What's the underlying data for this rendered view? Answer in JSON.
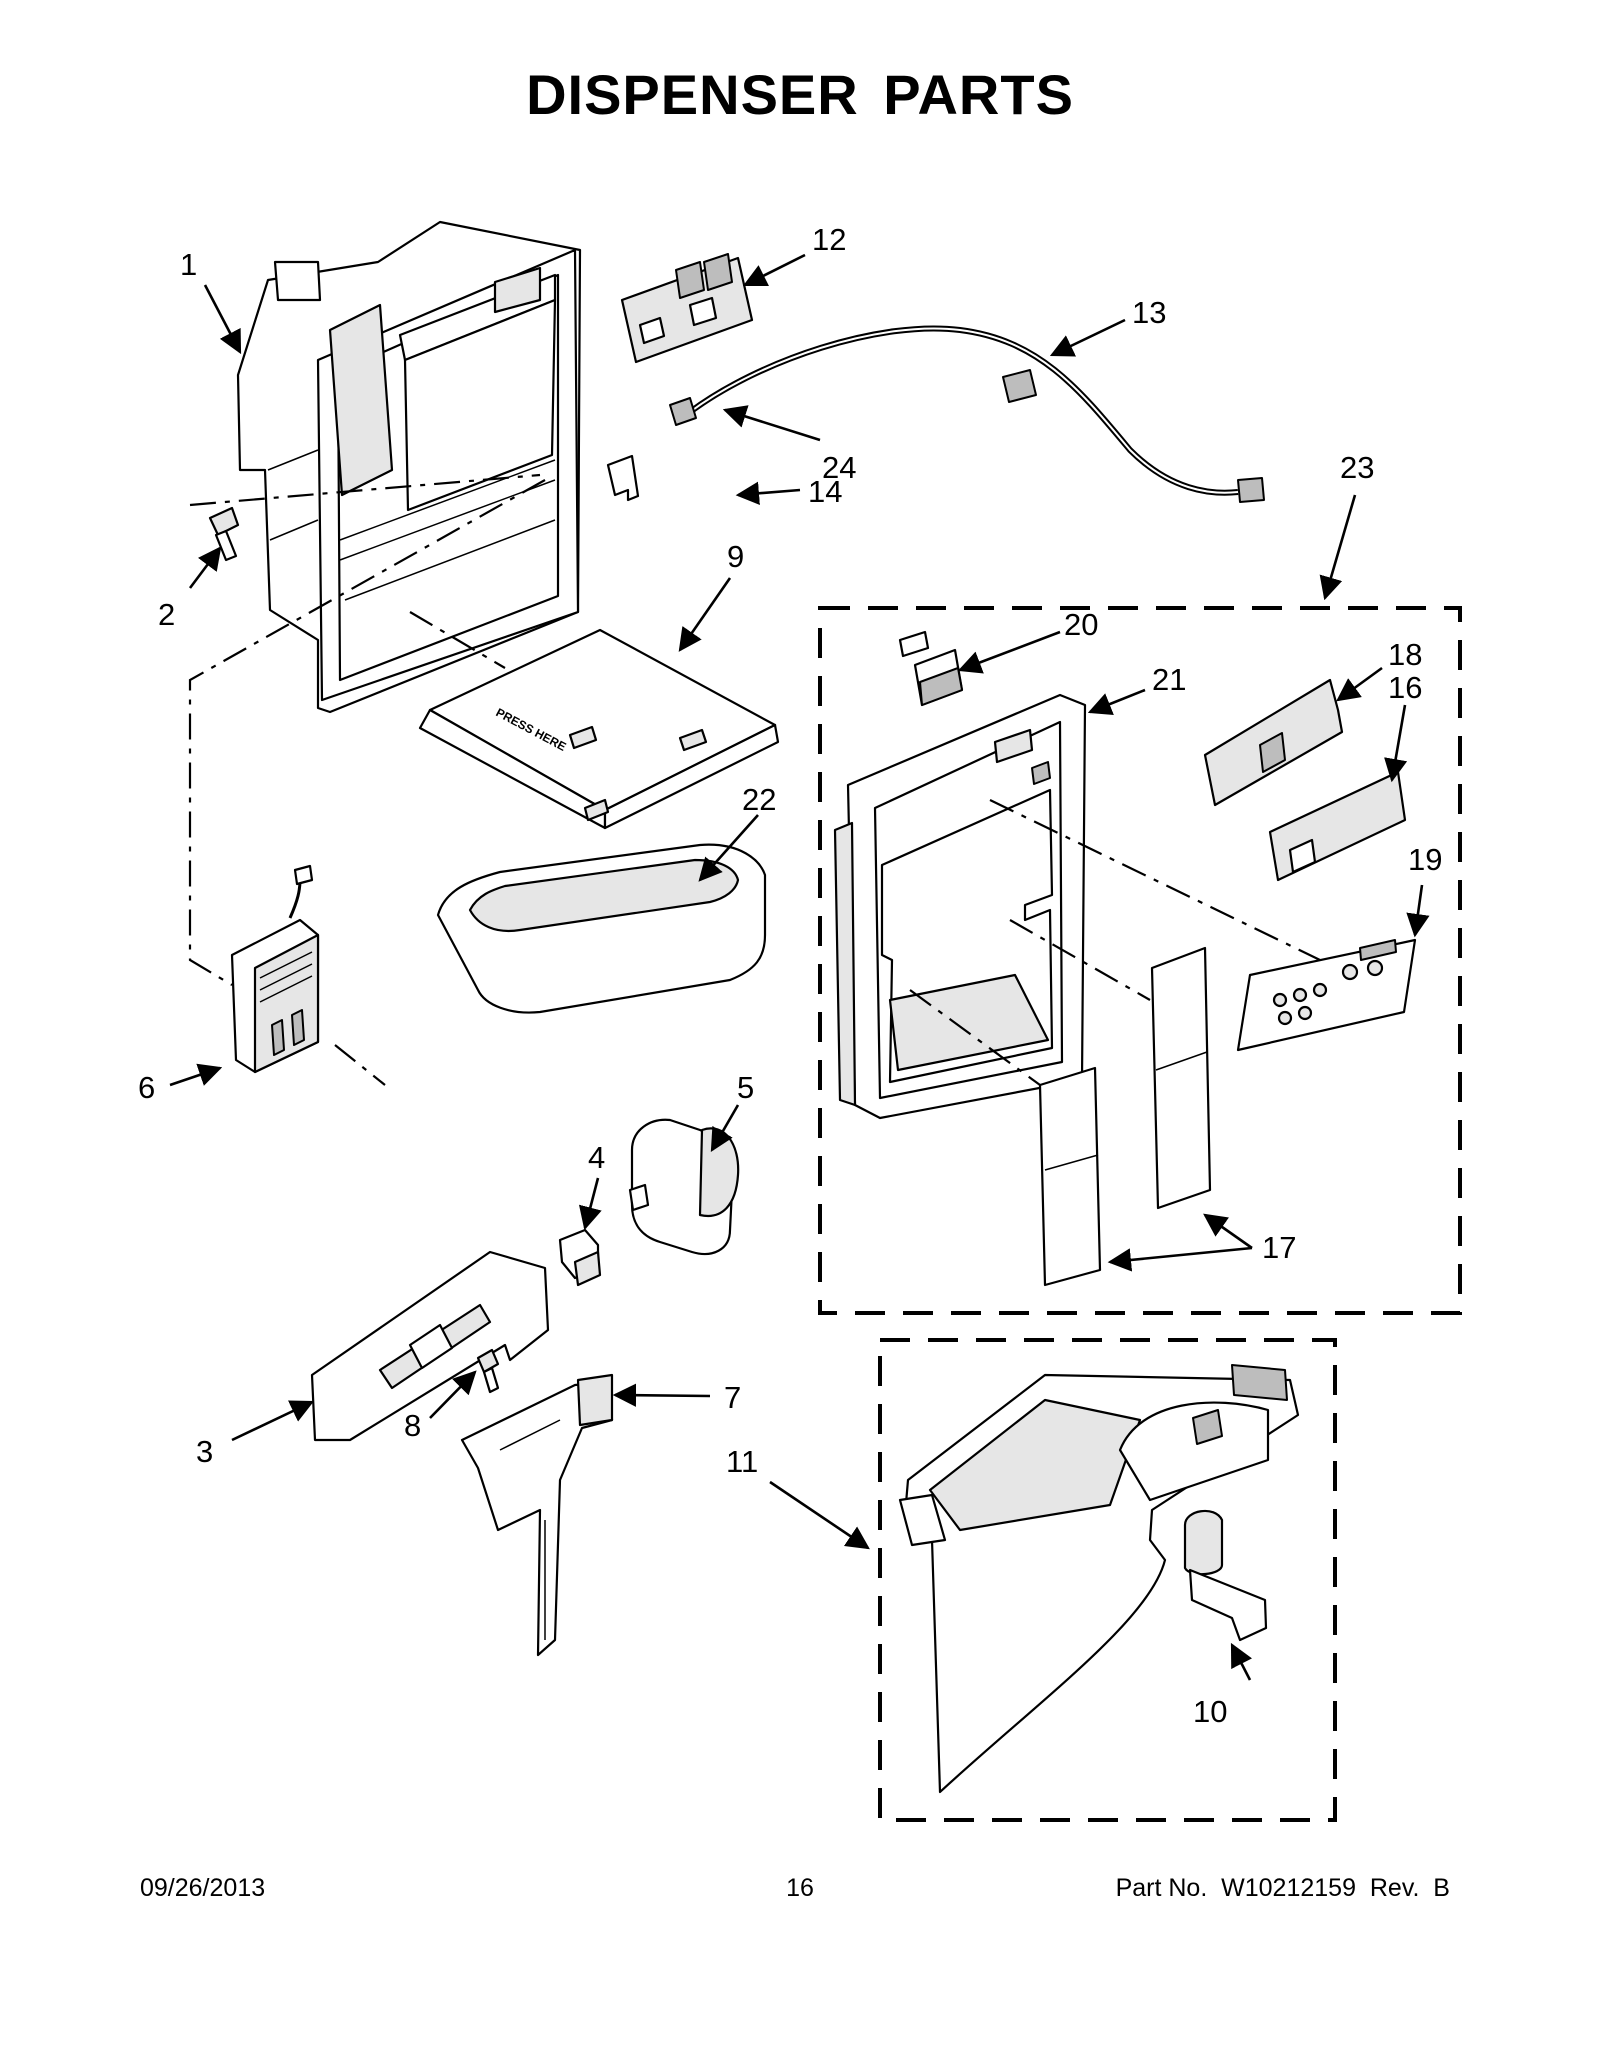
{
  "page": {
    "title": "DISPENSER PARTS",
    "footer": {
      "date": "09/26/2013",
      "page_number": "16",
      "part_number": "Part No.  W10212159  Rev.  B"
    }
  },
  "callouts": [
    {
      "id": "c1",
      "label": "1"
    },
    {
      "id": "c2",
      "label": "2"
    },
    {
      "id": "c3",
      "label": "3"
    },
    {
      "id": "c4",
      "label": "4"
    },
    {
      "id": "c5",
      "label": "5"
    },
    {
      "id": "c6",
      "label": "6"
    },
    {
      "id": "c7",
      "label": "7"
    },
    {
      "id": "c8",
      "label": "8"
    },
    {
      "id": "c9",
      "label": "9"
    },
    {
      "id": "c10",
      "label": "10"
    },
    {
      "id": "c11",
      "label": "11"
    },
    {
      "id": "c12",
      "label": "12"
    },
    {
      "id": "c13",
      "label": "13"
    },
    {
      "id": "c14",
      "label": "14"
    },
    {
      "id": "c16",
      "label": "16"
    },
    {
      "id": "c17",
      "label": "17"
    },
    {
      "id": "c18",
      "label": "18"
    },
    {
      "id": "c19",
      "label": "19"
    },
    {
      "id": "c20",
      "label": "20"
    },
    {
      "id": "c21",
      "label": "21"
    },
    {
      "id": "c22",
      "label": "22"
    },
    {
      "id": "c23",
      "label": "23"
    },
    {
      "id": "c24",
      "label": "24"
    }
  ],
  "tray_marking": "PRESS HERE"
}
